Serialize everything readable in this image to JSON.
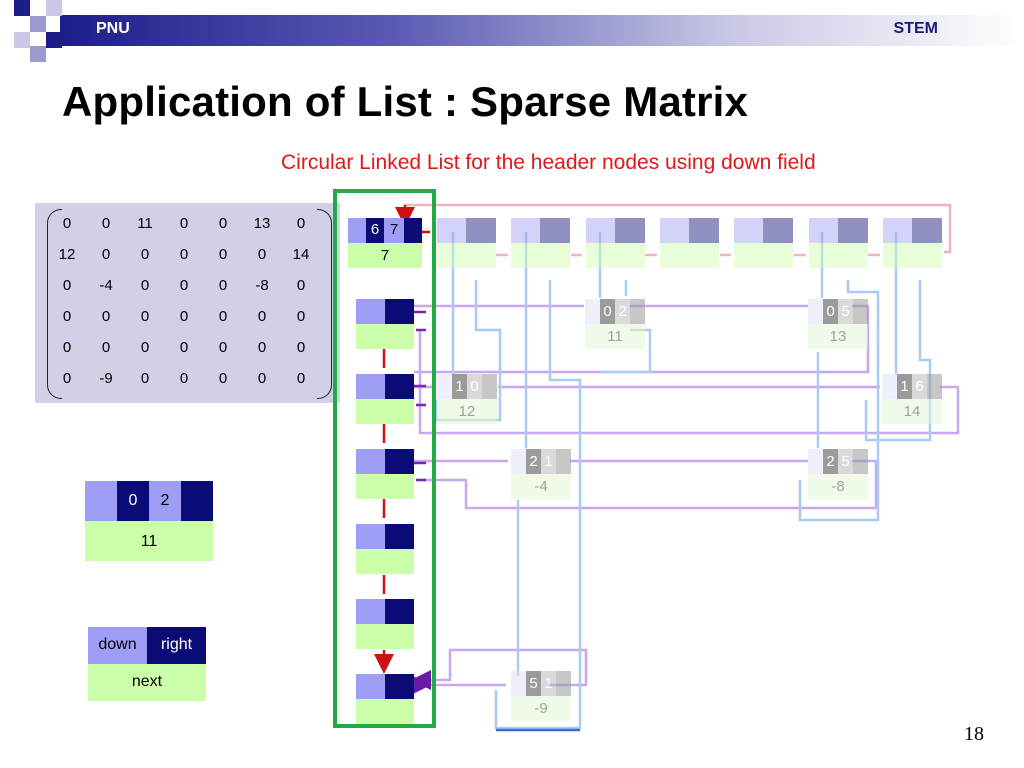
{
  "header": {
    "left_label": "PNU",
    "right_label": "STEM"
  },
  "title": "Application of List : Sparse Matrix",
  "subtitle": "Circular Linked List for the header nodes using down field",
  "matrix": [
    [
      "0",
      "0",
      "11",
      "0",
      "0",
      "13",
      "0"
    ],
    [
      "12",
      "0",
      "0",
      "0",
      "0",
      "0",
      "14"
    ],
    [
      "0",
      "-4",
      "0",
      "0",
      "0",
      "-8",
      "0"
    ],
    [
      "0",
      "0",
      "0",
      "0",
      "0",
      "0",
      "0"
    ],
    [
      "0",
      "0",
      "0",
      "0",
      "0",
      "0",
      "0"
    ],
    [
      "0",
      "-9",
      "0",
      "0",
      "0",
      "0",
      "0"
    ]
  ],
  "head": {
    "row": "6",
    "col": "7",
    "value": "7"
  },
  "entries": [
    {
      "row": "0",
      "col": "2",
      "value": "11"
    },
    {
      "row": "0",
      "col": "5",
      "value": "13"
    },
    {
      "row": "1",
      "col": "0",
      "value": "12"
    },
    {
      "row": "1",
      "col": "6",
      "value": "14"
    },
    {
      "row": "2",
      "col": "1",
      "value": "-4"
    },
    {
      "row": "2",
      "col": "5",
      "value": "-8"
    },
    {
      "row": "5",
      "col": "1",
      "value": "-9"
    }
  ],
  "legend_entry": {
    "row": "0",
    "col": "2",
    "value": "11"
  },
  "legend_header": {
    "down": "down",
    "right": "right",
    "next": "next"
  },
  "page_number": "18",
  "colors": {
    "green_box": "#22aa44",
    "red_arrow": "#cc1111",
    "purple_link": "#c8a8ee",
    "blue_link": "#a8ccf2",
    "pink_link": "#f0b0b8"
  }
}
